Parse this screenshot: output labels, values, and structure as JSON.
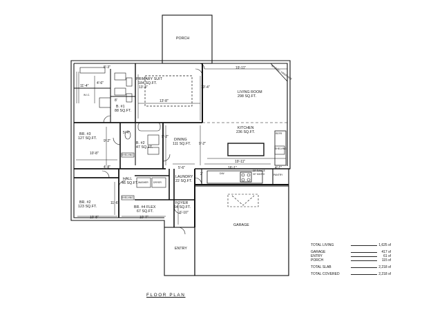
{
  "rooms": {
    "porch": "PORCH",
    "primary_suite": "PRIMARY SUIT",
    "primary_suite_area": "184 SQ.FT.",
    "living_room": "LIVING ROOM",
    "living_room_area": "298 SQ.FT.",
    "bath1": "B. #1",
    "bath1_area": "88 SQ.FT.",
    "wic": "W.I.C.",
    "br3": "BR. #3",
    "br3_area": "127 SQ.FT.",
    "bath2": "B. #2",
    "bath2_area": "47 SQ.FT.",
    "dining": "DINING",
    "dining_area": "111 SQ.FT.",
    "kitchen": "KITCHEN",
    "kitchen_area": "236 SQ.FT.",
    "hall": "HALL",
    "hall_area": "46 SQ.FT.",
    "laundry": "LAUNDRY",
    "laundry_area": "22 SQ.FT.",
    "br2": "BR. #2",
    "br2_area": "123 SQ.FT.",
    "br4": "BR. #4 FLEX",
    "br4_area": "67 SQ.FT.",
    "foyer": "FOYER",
    "foyer_area": "64 SQ.FT.",
    "garage": "GARAGE",
    "entry": "ENTRY"
  },
  "dimensions": {
    "d_living_w": "19'-11\"",
    "d_suite_w": "13'-8\"",
    "d_suite_h": "13'-4\"",
    "d_living_h": "13'-4\"",
    "d_top_left": "8'-3\"",
    "d_wic": "11'-4\"",
    "d_wic2": "4'-6\"",
    "d_bath1_w": "8'",
    "d_br3_w": "10'-8\"",
    "d_br3_h": "9'-2\"",
    "d_bath2_h": "5'-4\"",
    "d_dining_h": "9'-2\"",
    "d_kitchen_w": "19'-11\"",
    "d_kitchen_h": "9'-2\"",
    "d_foyer_w": "5'-6\"",
    "d_kitchen_w2": "16'-1\"",
    "d_small_right": "4'-1\"",
    "d_hall_h": "4'-8\"",
    "d_br2_w": "10'-8\"",
    "d_br2_h": "11'-6\"",
    "d_br4_w": "10'-7\"",
    "d_foyer_h": "6'-10\"",
    "d_small_top": "2'"
  },
  "fixtures": {
    "shelving1": "SHELVING",
    "shelving2": "SHELVING",
    "range": "30\" RANGE",
    "micro": "30\" MICRO",
    "dw": "D/W",
    "pantry": "PANTRY",
    "washer": "WASHER",
    "dryer": "DRYER",
    "refr": "REFR",
    "fireplace": "60\" ELEC. FIREPLACE",
    "shelving3": "SHELVING"
  },
  "summary": {
    "rows": [
      {
        "label": "TOTAL LIVING",
        "value": "1,625 sf"
      },
      {
        "label": "GARAGE",
        "value": "417 sf"
      },
      {
        "label": "ENTRY",
        "value": "61 sf"
      },
      {
        "label": "PORCH",
        "value": "115 sf"
      },
      {
        "label": "TOTAL SLAB",
        "value": "2,218 sf"
      },
      {
        "label": "TOTAL COVERED",
        "value": "2,218 sf"
      }
    ]
  },
  "title": "FLOOR PLAN"
}
